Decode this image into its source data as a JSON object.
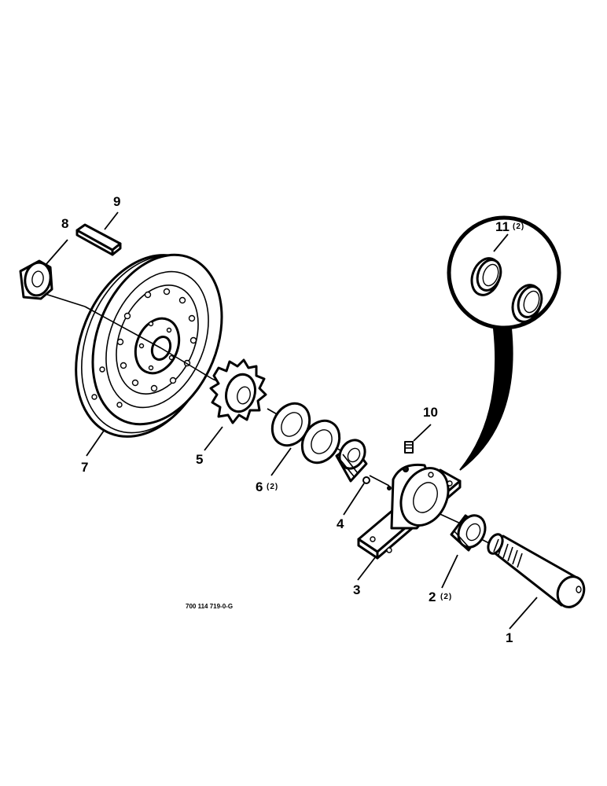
{
  "callouts": [
    {
      "id": "1",
      "number": "1",
      "qty": ""
    },
    {
      "id": "2",
      "number": "2",
      "qty": "(2)"
    },
    {
      "id": "3",
      "number": "3",
      "qty": ""
    },
    {
      "id": "4",
      "number": "4",
      "qty": ""
    },
    {
      "id": "5",
      "number": "5",
      "qty": ""
    },
    {
      "id": "6",
      "number": "6",
      "qty": "(2)"
    },
    {
      "id": "7",
      "number": "7",
      "qty": ""
    },
    {
      "id": "8",
      "number": "8",
      "qty": ""
    },
    {
      "id": "9",
      "number": "9",
      "qty": ""
    },
    {
      "id": "10",
      "number": "10",
      "qty": ""
    },
    {
      "id": "11",
      "number": "11",
      "qty": "(2)"
    }
  ],
  "drawing_number": "700 114 719-0-G"
}
